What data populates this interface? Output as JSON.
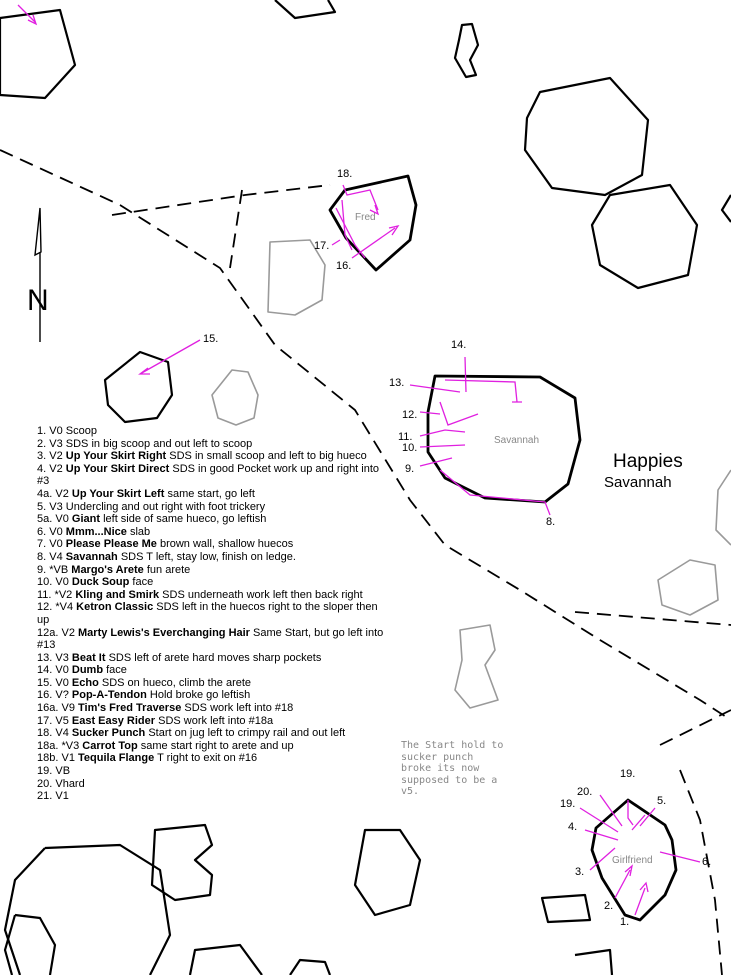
{
  "area": {
    "title": "Happies",
    "subtitle": "Savannah"
  },
  "north_arrow": {
    "label": "N"
  },
  "boulders": {
    "fred": "Fred",
    "savannah": "Savannah",
    "girlfriend": "Girlfriend"
  },
  "labels": {
    "l18": "18.",
    "l17": "17.",
    "l16": "16.",
    "l15": "15.",
    "l14": "14.",
    "l13": "13.",
    "l12": "12.",
    "l11": "11.",
    "l10": "10.",
    "l9": "9.",
    "l8": "8.",
    "g19": "19.",
    "g20": "20.",
    "g19b": "19.",
    "g5": "5.",
    "g4": "4.",
    "g3": "3.",
    "g6": "6.",
    "g2": "2.",
    "g1": "1."
  },
  "routes": [
    {
      "num": "1.",
      "grade": "V0",
      "name": "",
      "desc": "Scoop"
    },
    {
      "num": "2.",
      "grade": "V3",
      "name": "",
      "desc": "SDS in big scoop and out left to scoop"
    },
    {
      "num": "3.",
      "grade": "V2",
      "name": "Up Your Skirt Right",
      "desc": "SDS in small scoop and left to big hueco"
    },
    {
      "num": "4.",
      "grade": "V2",
      "name": "Up Your Skirt Direct",
      "desc": "SDS in good Pocket work up and right into #3"
    },
    {
      "num": "4a.",
      "grade": "V2",
      "name": "Up Your Skirt Left",
      "desc": "same start, go left"
    },
    {
      "num": "5.",
      "grade": "V3",
      "name": "",
      "desc": "Undercling and out right with foot trickery"
    },
    {
      "num": "5a.",
      "grade": "V0",
      "name": "Giant",
      "desc": "left side of same hueco, go leftish"
    },
    {
      "num": "6.",
      "grade": "V0",
      "name": "Mmm...Nice",
      "desc": "slab"
    },
    {
      "num": "7.",
      "grade": "V0",
      "name": "Please Please Me",
      "desc": "brown wall, shallow huecos"
    },
    {
      "num": "8.",
      "grade": "V4",
      "name": "Savannah",
      "desc": "SDS T left, stay low, finish on ledge."
    },
    {
      "num": "9.",
      "grade": "*VB",
      "name": "Margo's Arete",
      "desc": "fun arete"
    },
    {
      "num": "10.",
      "grade": "V0",
      "name": "Duck Soup",
      "desc": "face"
    },
    {
      "num": "11.",
      "grade": "*V2",
      "name": "Kling and Smirk",
      "desc": "SDS underneath work left then back right"
    },
    {
      "num": "12.",
      "grade": "*V4",
      "name": "Ketron Classic",
      "desc": "SDS left in the huecos right to the sloper then up"
    },
    {
      "num": "12a.",
      "grade": "V2",
      "name": "Marty Lewis's Everchanging Hair",
      "desc": "Same Start, but go left into #13"
    },
    {
      "num": "13.",
      "grade": "V3",
      "name": "Beat It",
      "desc": "SDS left of arete hard moves sharp pockets"
    },
    {
      "num": "14.",
      "grade": "V0",
      "name": "Dumb",
      "desc": "face"
    },
    {
      "num": "15.",
      "grade": "V0",
      "name": "Echo",
      "desc": "SDS on hueco, climb the arete"
    },
    {
      "num": "16.",
      "grade": "V?",
      "name": "Pop-A-Tendon",
      "desc": "Hold broke go leftish"
    },
    {
      "num": "16a.",
      "grade": "V9",
      "name": "Tim's Fred Traverse",
      "desc": "SDS work left into #18"
    },
    {
      "num": "17.",
      "grade": "V5",
      "name": "East Easy Rider",
      "desc": "SDS work left into #18a"
    },
    {
      "num": "18.",
      "grade": "V4",
      "name": "Sucker Punch",
      "desc": "Start on jug left to crimpy rail and out left"
    },
    {
      "num": "18a.",
      "grade": "*V3",
      "name": "Carrot Top",
      "desc": "same start right to arete and up"
    },
    {
      "num": "18b.",
      "grade": "V1",
      "name": "Tequila Flange",
      "desc": "T right to exit on #16"
    },
    {
      "num": "19.",
      "grade": "VB",
      "name": "",
      "desc": ""
    },
    {
      "num": "20.",
      "grade": "Vhard",
      "name": "",
      "desc": ""
    },
    {
      "num": "21.",
      "grade": "V1",
      "name": "",
      "desc": ""
    }
  ],
  "note": "The Start hold to sucker punch broke its now supposed to be a v5.",
  "colors": {
    "route_line": "#e020e0",
    "boulder_outline": "#000000",
    "minor_boulder": "#9a9a9a",
    "label_grey": "#888888"
  }
}
